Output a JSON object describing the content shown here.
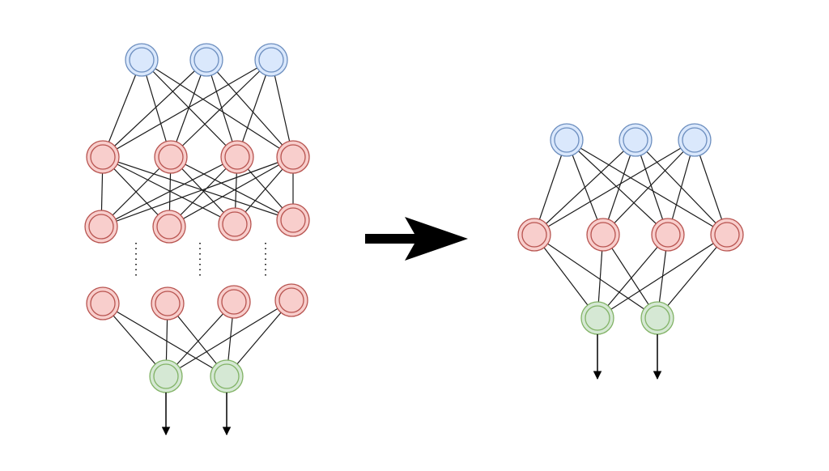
{
  "colors": {
    "input": {
      "fill": "#dae8fc",
      "stroke": "#6c8ebf"
    },
    "hidden": {
      "fill": "#f8cecc",
      "stroke": "#b85450"
    },
    "output": {
      "fill": "#d5e8d4",
      "stroke": "#82b366"
    },
    "edge": "#1a1a1a",
    "arrow": "#000000"
  },
  "left_network": {
    "layers": [
      {
        "type": "input",
        "nodes": 3
      },
      {
        "type": "hidden",
        "nodes": 4
      },
      {
        "type": "hidden",
        "nodes": 4
      },
      {
        "type": "ellipsis",
        "nodes": 3
      },
      {
        "type": "hidden",
        "nodes": 4
      },
      {
        "type": "output",
        "nodes": 2
      }
    ],
    "output_arrows": 2
  },
  "right_network": {
    "layers": [
      {
        "type": "input",
        "nodes": 3
      },
      {
        "type": "hidden",
        "nodes": 4
      },
      {
        "type": "output",
        "nodes": 2
      }
    ],
    "output_arrows": 2
  },
  "transition_arrow": "right-arrow-icon"
}
